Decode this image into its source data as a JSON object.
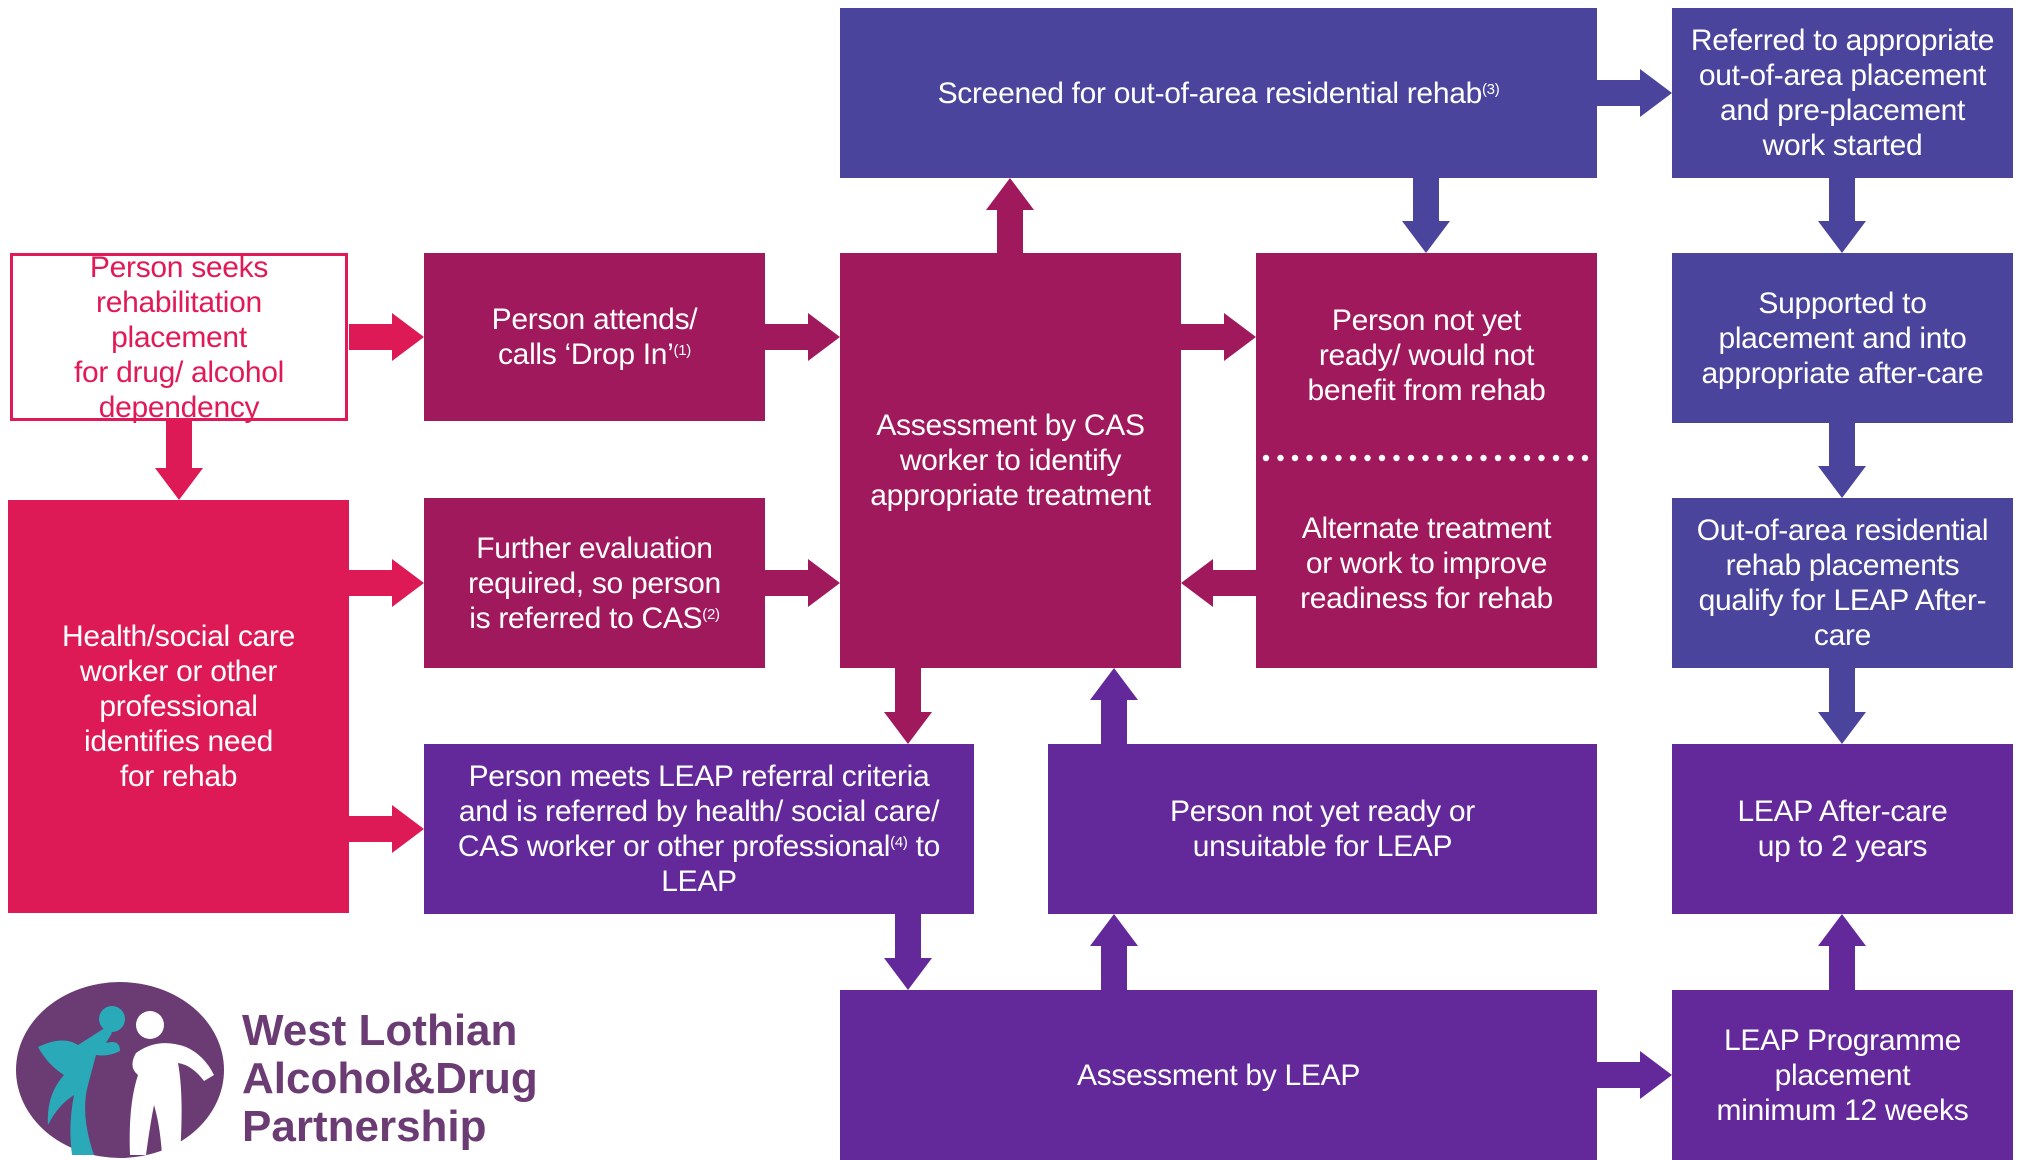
{
  "colors": {
    "pink": "#dd1a56",
    "magenta": "#a1195d",
    "indigo": "#4b449d",
    "purple": "#63299a",
    "outline": "#e11a57",
    "logo_purple": "#6b3b73",
    "logo_teal": "#2aa9b8"
  },
  "boxes": {
    "seeks": {
      "text": "Person seeks\nrehabilitation placement\nfor drug/ alcohol\ndependency"
    },
    "health_worker": {
      "text": "Health/social care\nworker or other\nprofessional\nidentifies need\nfor rehab"
    },
    "drop_in": {
      "text": "Person attends/\ncalls ‘Drop In’",
      "note": "(1)"
    },
    "further_eval": {
      "text": "Further evaluation\nrequired, so person\nis referred to CAS",
      "note": "(2)"
    },
    "leap_criteria": {
      "text_a": "Person meets LEAP referral criteria\nand is referred by health/ social care/\nCAS worker or other professional",
      "note": "(4)",
      "text_b": " to LEAP"
    },
    "screened": {
      "text": "Screened for out-of-area residential rehab",
      "note": "(3)"
    },
    "cas_assessment": {
      "text": "Assessment by CAS\nworker to identify\nappropriate treatment"
    },
    "not_ready": {
      "text": "Person not yet\nready/ would not\nbenefit from rehab"
    },
    "alternate": {
      "text": "Alternate treatment\nor work to improve\nreadiness for rehab"
    },
    "not_ready_leap": {
      "text": "Person not yet ready or\nunsuitable for LEAP"
    },
    "leap_assessment": {
      "text": "Assessment by LEAP"
    },
    "referred_out": {
      "text": "Referred to appropriate\nout-of-area placement\nand pre-placement\nwork started"
    },
    "supported": {
      "text": "Supported to\nplacement and into\nappropriate after-care"
    },
    "qualify": {
      "text": "Out-of-area residential\nrehab placements\nqualify for LEAP After-care"
    },
    "aftercare": {
      "text": "LEAP After-care\nup to 2 years"
    },
    "programme": {
      "text": "LEAP Programme\nplacement\nminimum 12 weeks"
    }
  },
  "logo": {
    "line1": "West Lothian",
    "line2": "Alcohol&Drug",
    "line3": "Partnership"
  }
}
